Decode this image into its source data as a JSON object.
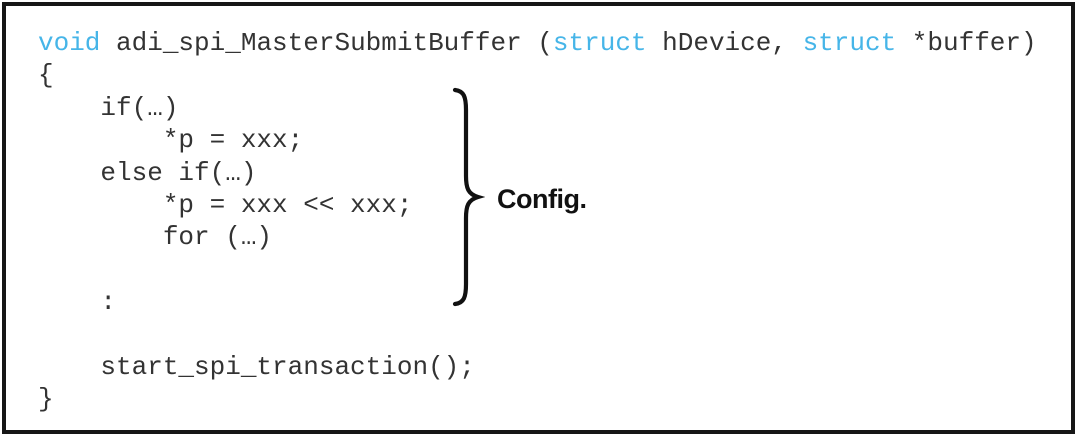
{
  "code_block": {
    "language_hint": "c-pseudocode",
    "lines": [
      {
        "segments": [
          {
            "t": "void",
            "kw": true
          },
          {
            "t": " adi_spi_MasterSubmitBuffer ("
          },
          {
            "t": "struct",
            "kw": true
          },
          {
            "t": " hDevice, "
          },
          {
            "t": "struct",
            "kw": true
          },
          {
            "t": " *buffer)"
          }
        ]
      },
      {
        "segments": [
          {
            "t": "{"
          }
        ]
      },
      {
        "segments": [
          {
            "t": "    if(…)"
          }
        ]
      },
      {
        "segments": [
          {
            "t": "        *p = xxx;"
          }
        ]
      },
      {
        "segments": [
          {
            "t": "    else if(…)"
          }
        ]
      },
      {
        "segments": [
          {
            "t": "        *p = xxx << xxx;"
          }
        ]
      },
      {
        "segments": [
          {
            "t": "        for (…)"
          }
        ]
      },
      {
        "segments": []
      },
      {
        "segments": [
          {
            "t": "    :"
          }
        ]
      },
      {
        "segments": []
      },
      {
        "segments": [
          {
            "t": "    start_spi_transaction();"
          }
        ]
      },
      {
        "segments": [
          {
            "t": "}"
          }
        ]
      }
    ]
  },
  "annotation": {
    "label": "Config.",
    "brace_icon": "right-curly-brace"
  },
  "colors": {
    "keyword": "#46b5e8",
    "code_text": "#333333",
    "frame_border": "#161616",
    "annotation": "#111111",
    "background": "#ffffff"
  }
}
